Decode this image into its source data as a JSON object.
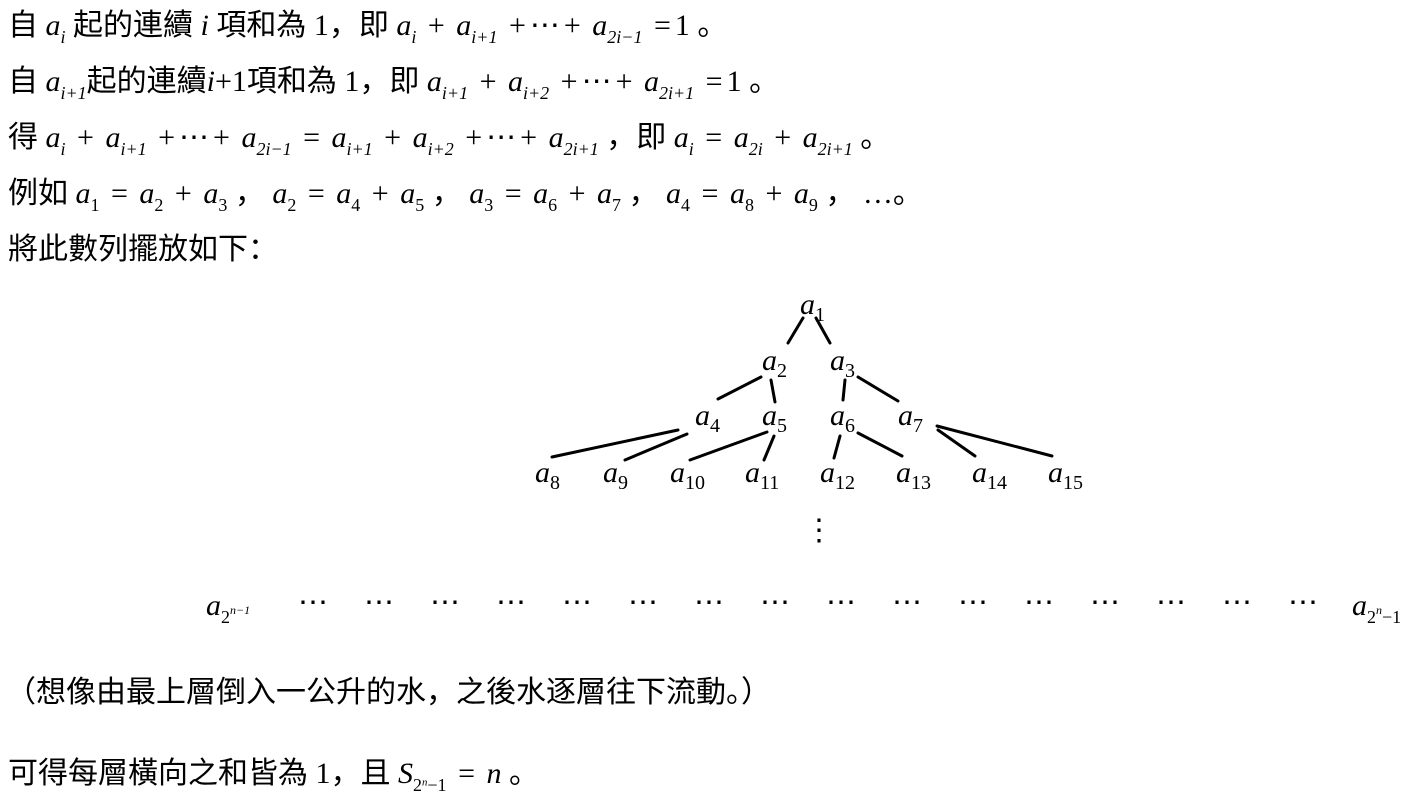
{
  "lines": {
    "l1": {
      "prefix": "自",
      "a1": "a",
      "s1": "i",
      "text1": "起的連續",
      "var": "i",
      "text2": "項和為",
      "num": "1",
      "text3": "，即",
      "t1": "a",
      "t1s": "i",
      "plus1": "+",
      "t2": "a",
      "t2s": "i+1",
      "plus2": "+",
      "dots": "⋯",
      "plus3": "+",
      "t3": "a",
      "t3s": "2i−1",
      "eq": "=",
      "res": "1",
      "end": "。"
    },
    "l2": {
      "prefix": "自",
      "a1": "a",
      "s1": "i+1",
      "text1": "起的連續",
      "var": "i",
      "plus": "+",
      "one": "1",
      "text2": "項和為",
      "num": "1",
      "text3": "，即",
      "t1": "a",
      "t1s": "i+1",
      "plus1": "+",
      "t2": "a",
      "t2s": "i+2",
      "plus2": "+",
      "dots": "⋯",
      "plus3": "+",
      "t3": "a",
      "t3s": "2i+1",
      "eq": "=",
      "res": "1",
      "end": "。"
    },
    "l3": {
      "prefix": "得",
      "t1": "a",
      "t1s": "i",
      "plus1": "+",
      "t2": "a",
      "t2s": "i+1",
      "plus2": "+",
      "dots1": "⋯",
      "plus3": "+",
      "t3": "a",
      "t3s": "2i−1",
      "eq1": "=",
      "t4": "a",
      "t4s": "i+1",
      "plus4": "+",
      "t5": "a",
      "t5s": "i+2",
      "plus5": "+",
      "dots2": "⋯",
      "plus6": "+",
      "t6": "a",
      "t6s": "2i+1",
      "text": "，即",
      "r1": "a",
      "r1s": "i",
      "eq2": "=",
      "r2": "a",
      "r2s": "2i",
      "plus7": "+",
      "r3": "a",
      "r3s": "2i+1",
      "end": "。"
    },
    "l4": {
      "prefix": "例如",
      "e1": [
        "1",
        "2",
        "3"
      ],
      "e2": [
        "2",
        "4",
        "5"
      ],
      "e3": [
        "3",
        "6",
        "7"
      ],
      "e4": [
        "4",
        "8",
        "9"
      ],
      "a": "a",
      "eq": "=",
      "plus": "+",
      "sep": "，",
      "ellipsis": "…",
      "end": "。"
    },
    "l5": "將此數列擺放如下：",
    "l6": "（想像由最上層倒入一公升的水，之後水逐層往下流動。）",
    "l7": {
      "text": "可得每層橫向之和皆為",
      "num": "1",
      "comma": "，且",
      "S": "S",
      "sub_base": "2",
      "sub_exp": "n",
      "sub_tail": "−1",
      "eq": "=",
      "n": "n",
      "end": "。"
    }
  },
  "tree": {
    "symbol": "a",
    "vdots": "⋮",
    "row1": [
      "1"
    ],
    "row2": [
      "2",
      "3"
    ],
    "row3": [
      "4",
      "5",
      "6",
      "7"
    ],
    "row4": [
      "8",
      "9",
      "10",
      "11",
      "12",
      "13",
      "14",
      "15"
    ],
    "bottom_left_sub_base": "2",
    "bottom_left_sub_exp": "n−1",
    "bottom_right_sub_base": "2",
    "bottom_right_sub_exp": "n",
    "bottom_right_sub_tail": "−1",
    "bottom_dots": [
      "⋯",
      "⋯",
      "⋯",
      "⋯",
      "⋯",
      "⋯",
      "⋯",
      "⋯",
      "⋯",
      "⋯",
      "⋯",
      "⋯",
      "⋯",
      "⋯",
      "⋯",
      "⋯"
    ]
  }
}
